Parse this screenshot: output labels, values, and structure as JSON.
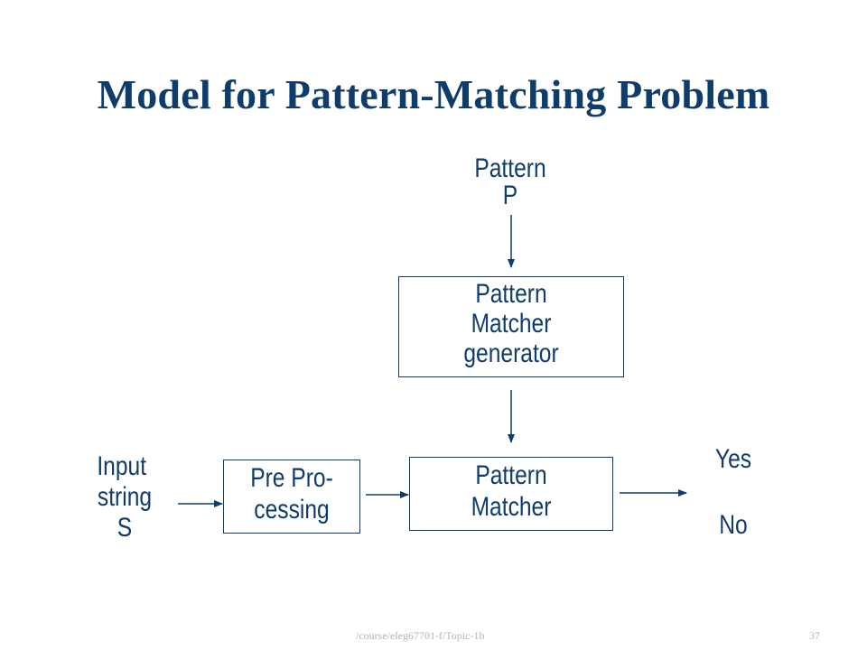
{
  "slide": {
    "title": "Model for Pattern-Matching Problem",
    "pattern_label_line1": "Pattern",
    "pattern_label_line2": "P",
    "generator_box_line1": "Pattern",
    "generator_box_line2": "Matcher",
    "generator_box_line3": "generator",
    "input_label_line1": "Input",
    "input_label_line2": "string",
    "input_label_line3": "S",
    "preprocess_box_line1": "Pre Pro-",
    "preprocess_box_line2": "cessing",
    "matcher_box_line1": "Pattern",
    "matcher_box_line2": "Matcher",
    "output_yes": "Yes",
    "output_no": "No",
    "footer_path": "/course/eleg67701-f/Topic-1b",
    "page_number": "37"
  },
  "colors": {
    "text": "#0f3d6b",
    "footer": "#b5b5b5"
  }
}
